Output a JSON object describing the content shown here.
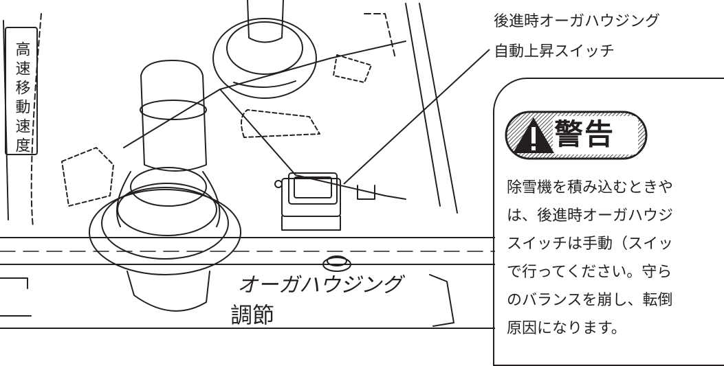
{
  "callout": {
    "line1": "後進時オーガハウジング",
    "line2": "自動上昇スイッチ"
  },
  "panel": {
    "label_vertical": "高速移動速度",
    "label_auger": "オーガハウジング",
    "label_adjust": "調節"
  },
  "warning": {
    "title": "警告",
    "lines": [
      "除雪機を積み込むときや",
      "は、後進時オーガハウジ",
      "スイッチは手動（スイッ",
      "で行ってください。守ら",
      "のバランスを崩し、転倒",
      "原因になります。"
    ]
  },
  "colors": {
    "ink": "#231f20",
    "paper": "#ffffff"
  }
}
